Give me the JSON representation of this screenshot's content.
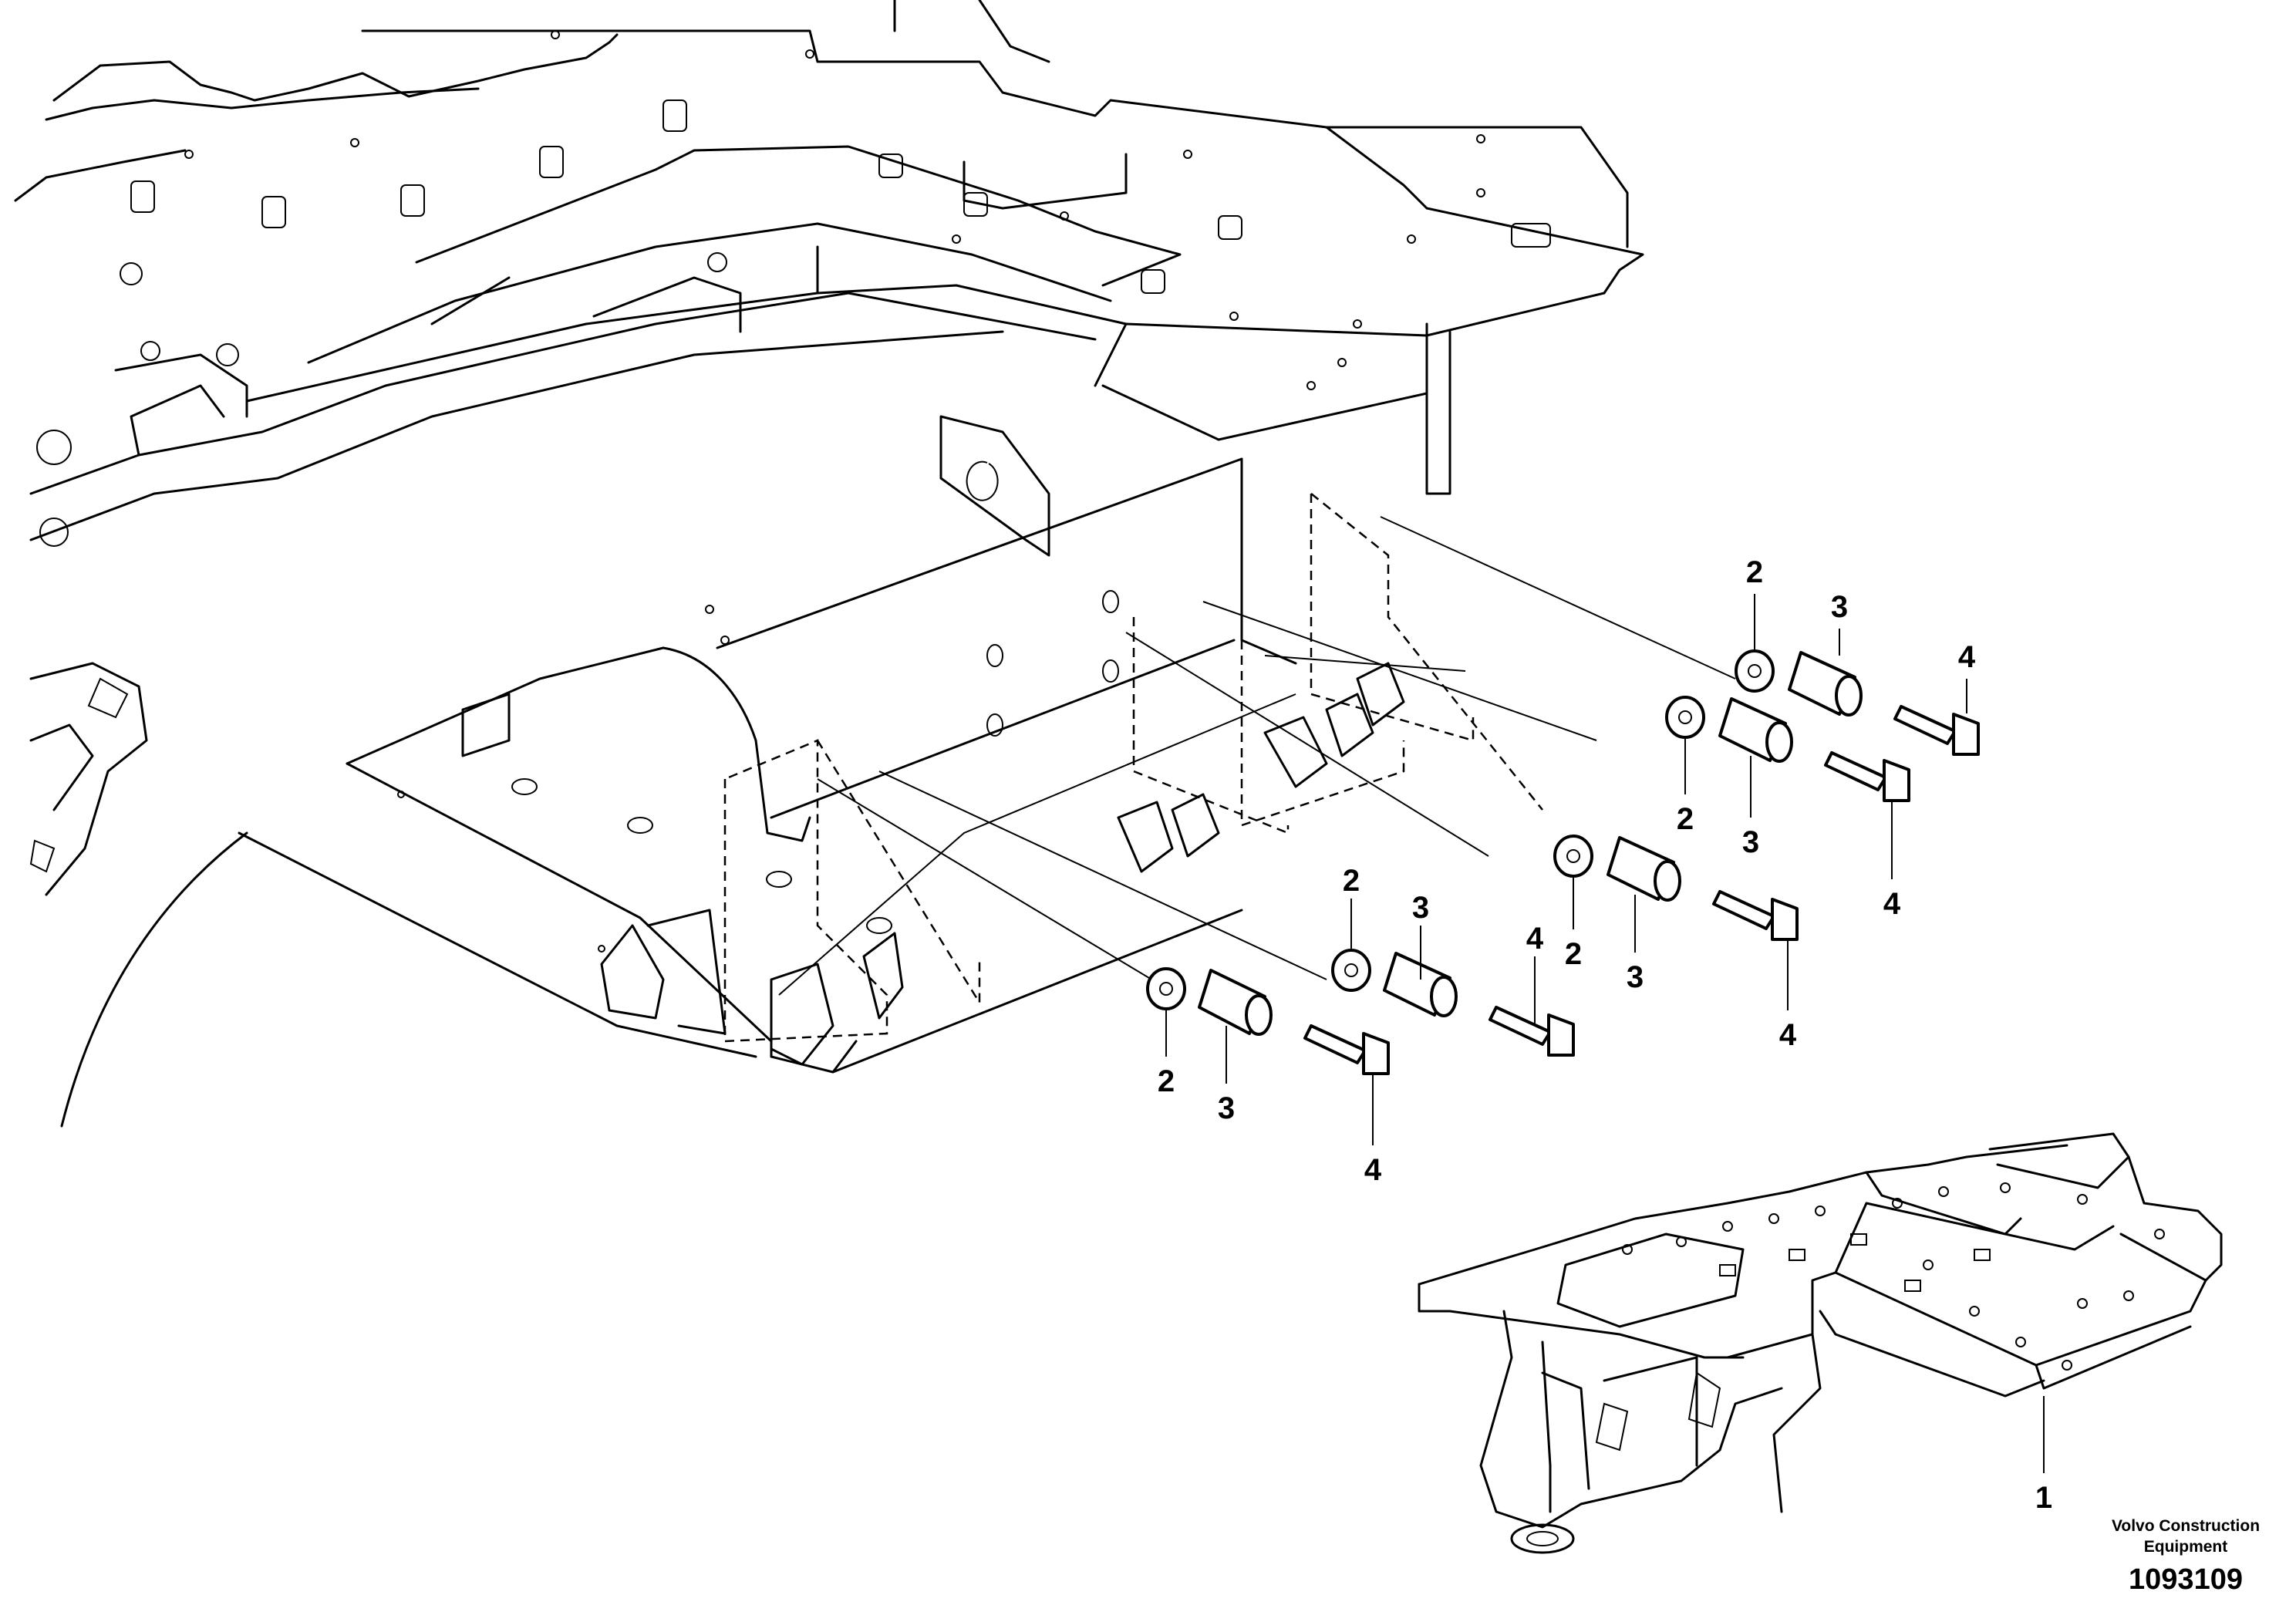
{
  "diagram": {
    "callouts": [
      {
        "id": "c2a",
        "label": "2"
      },
      {
        "id": "c3a",
        "label": "3"
      },
      {
        "id": "c4a",
        "label": "4"
      },
      {
        "id": "c2b",
        "label": "2"
      },
      {
        "id": "c3b",
        "label": "3"
      },
      {
        "id": "c4b",
        "label": "4"
      },
      {
        "id": "c2c",
        "label": "2"
      },
      {
        "id": "c3c",
        "label": "3"
      },
      {
        "id": "c4c",
        "label": "4"
      },
      {
        "id": "c2d",
        "label": "2"
      },
      {
        "id": "c3d",
        "label": "3"
      },
      {
        "id": "c4d",
        "label": "4"
      },
      {
        "id": "c2e",
        "label": "2"
      },
      {
        "id": "c3e",
        "label": "3"
      },
      {
        "id": "c4e",
        "label": "4"
      },
      {
        "id": "c1",
        "label": "1"
      }
    ],
    "brand_line1": "Volvo Construction",
    "brand_line2": "Equipment",
    "diagram_number": "1093109"
  }
}
